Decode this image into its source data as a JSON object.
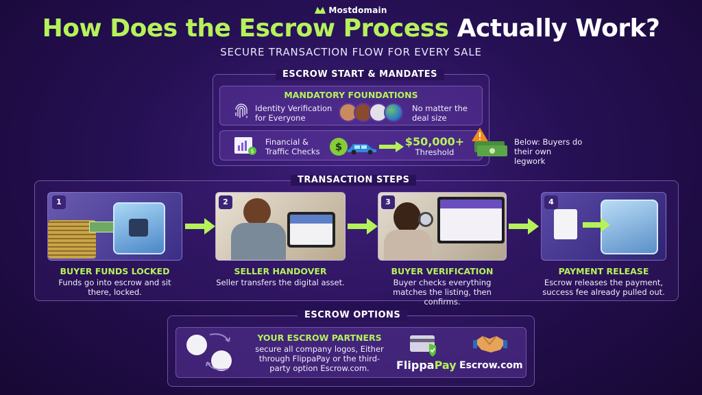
{
  "brand": {
    "name": "Mostdomain"
  },
  "header": {
    "title_highlight": "How Does the Escrow Process",
    "title_rest": "Actually Work?",
    "subtitle": "SECURE TRANSACTION FLOW FOR EVERY SALE"
  },
  "mandates": {
    "label": "ESCROW START & MANDATES",
    "heading": "MANDATORY FOUNDATIONS",
    "identity": "Identity Verification for Everyone",
    "no_matter": "No matter the deal size",
    "financial": "Financial & Traffic Checks",
    "threshold_value": "$50,000+",
    "threshold_label": "Threshold",
    "below": "Below: Buyers do their own legwork"
  },
  "steps": {
    "label": "TRANSACTION STEPS",
    "items": [
      {
        "num": "1",
        "title": "BUYER FUNDS LOCKED",
        "desc": "Funds go into escrow and sit there, locked."
      },
      {
        "num": "2",
        "title": "SELLER HANDOVER",
        "desc": "Seller transfers the digital asset."
      },
      {
        "num": "3",
        "title": "BUYER VERIFICATION",
        "desc": "Buyer checks everything matches the listing, then confirms."
      },
      {
        "num": "4",
        "title": "PAYMENT RELEASE",
        "desc": "Escrow releases the payment, success fee already pulled out."
      }
    ]
  },
  "options": {
    "label": "ESCROW OPTIONS",
    "heading": "YOUR ESCROW PARTNERS",
    "desc": "secure all company logos, Either through FlippaPay or the third-party option Escrow.com.",
    "flippa_a": "Flippa",
    "flippa_b": "Pay",
    "escrow_com": "Escrow.com"
  },
  "colors": {
    "accent": "#b5f25a",
    "background": "#261054",
    "panel_border": "#aa8ce6"
  }
}
